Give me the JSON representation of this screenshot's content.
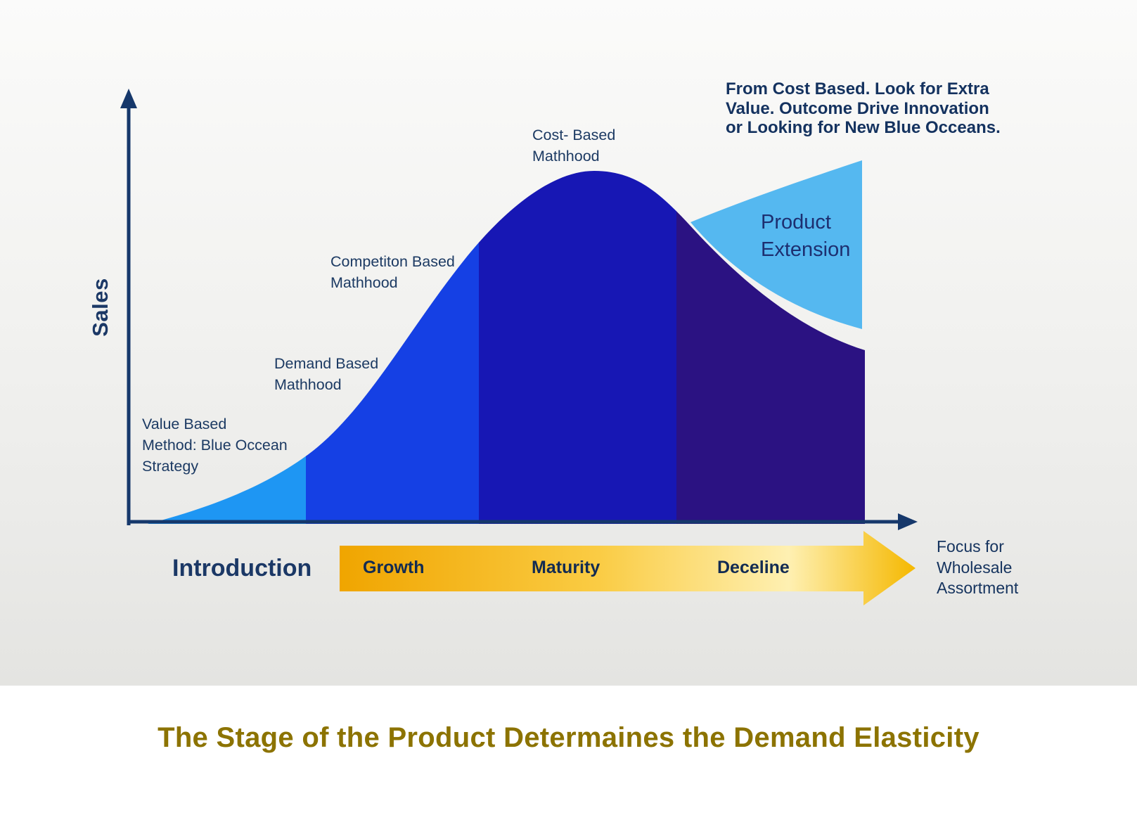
{
  "title": "The Stage of the Product Determaines the Demand Elasticity",
  "y_axis_label": "Sales",
  "annotations": {
    "value_based": "Value Based\nMethod: Blue Occean\nStrategy",
    "demand_based": "Demand Based\nMathhood",
    "competition_based": "Competiton Based\nMathhood",
    "cost_based": "Cost- Based\nMathhood",
    "from_cost_based": "From Cost Based. Look for Extra\nValue. Outcome Drive Innovation\nor Looking for New Blue Occeans.",
    "product_extension": "Product\nExtension"
  },
  "stages": {
    "introduction": "Introduction",
    "growth": "Growth",
    "maturity": "Maturity",
    "decline": "Deceline"
  },
  "arrow_caption": "Focus for\nWholesale\nAssortment",
  "colors": {
    "axis": "#16386b",
    "stage_intro": "#1e96f3",
    "stage_growth": "#1540e4",
    "stage_maturity": "#1717b4",
    "stage_decline": "#2b1282",
    "extension_wedge": "#55b8f0",
    "arrow_stop_1": "#f0a500",
    "arrow_stop_2": "#facc44",
    "arrow_stop_3": "#fef0b2",
    "arrow_stop_4": "#f5b800",
    "title_text": "#8c7300",
    "navy_text": "#1c3a63"
  }
}
